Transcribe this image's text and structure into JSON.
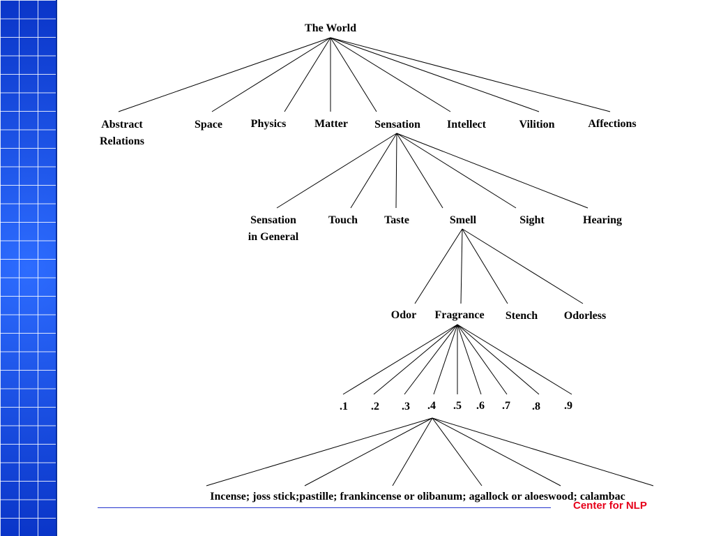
{
  "tree": {
    "root": "The World",
    "level1": [
      "Abstract\nRelations",
      "Space",
      "Physics",
      "Matter",
      "Sensation",
      "Intellect",
      "Vilition",
      "Affections"
    ],
    "level2": [
      "Sensation\nin General",
      "Touch",
      "Taste",
      "Smell",
      "Sight",
      "Hearing"
    ],
    "level3": [
      "Odor",
      "Fragrance",
      "Stench",
      "Odorless"
    ],
    "level4": [
      ".1",
      ".2",
      ".3",
      ".4",
      ".5",
      ".6",
      ".7",
      ".8",
      ".9"
    ],
    "level5": "Incense; joss stick;pastille; frankincense or olibanum; agallock or aloeswood; calambac"
  },
  "footer": {
    "credit": "Center for NLP",
    "credit_color": "#e6001a",
    "rule_color": "#2233cc"
  },
  "theme": {
    "tile_color": "#1650e6"
  }
}
